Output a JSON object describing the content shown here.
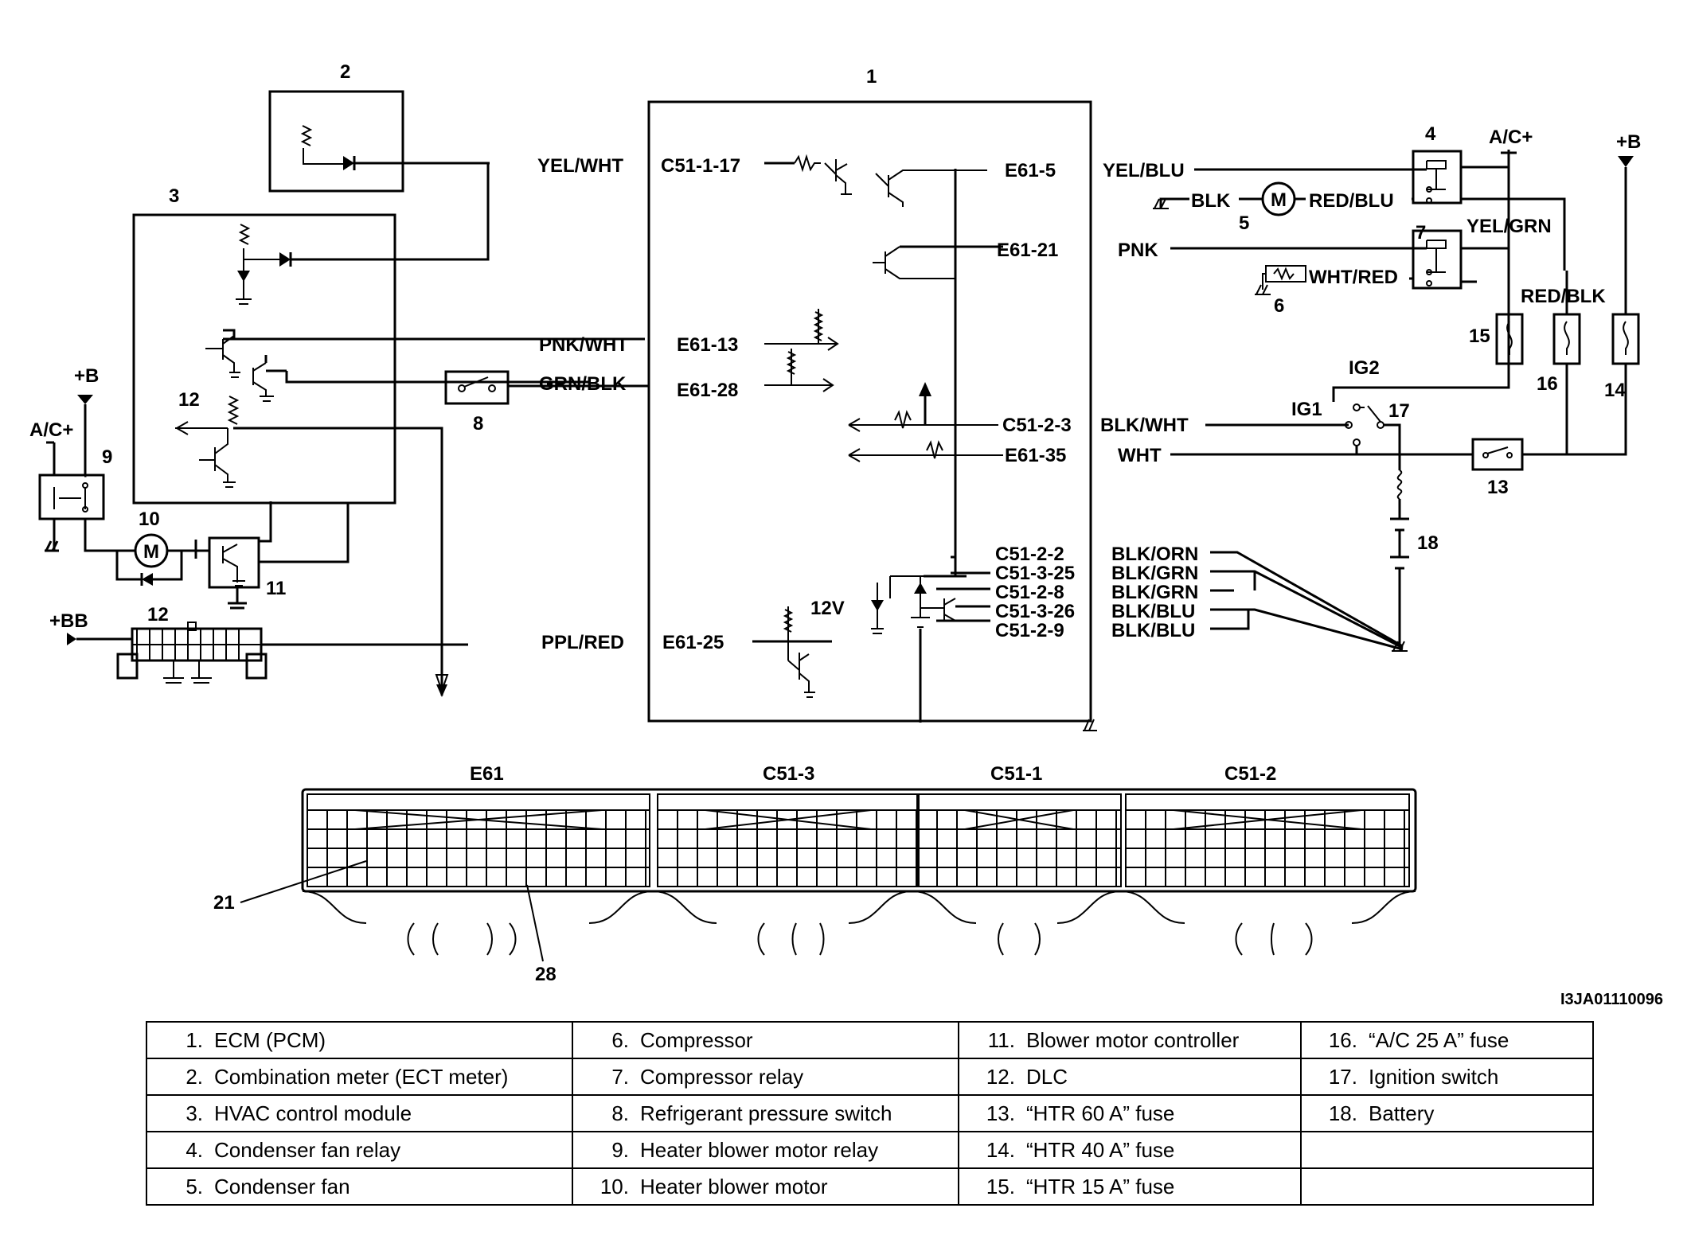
{
  "components": {
    "ecm": "1",
    "meter": "2",
    "hvac": "3",
    "cond_relay": "4",
    "cond_fan": "5",
    "compressor": "6",
    "comp_relay": "7",
    "pressure_switch": "8",
    "blower_relay": "9",
    "blower_motor": "10",
    "blower_ctrl": "11",
    "dlc": "12",
    "htr60": "13",
    "htr40": "14",
    "htr15": "15",
    "ac25": "16",
    "ign_switch": "17",
    "battery": "18",
    "meter_hvac_12": "12"
  },
  "wires": {
    "yel_wht": "YEL/WHT",
    "pnk_wht": "PNK/WHT",
    "grn_blk": "GRN/BLK",
    "ppl_red": "PPL/RED",
    "yel_blu": "YEL/BLU",
    "pnk": "PNK",
    "blk_wht": "BLK/WHT",
    "wht": "WHT",
    "blk": "BLK",
    "red_blu": "RED/BLU",
    "yel_grn": "YEL/GRN",
    "wht_red": "WHT/RED",
    "red_blk": "RED/BLK",
    "blk_orn": "BLK/ORN",
    "blk_grn_1": "BLK/GRN",
    "blk_grn_2": "BLK/GRN",
    "blk_blu_1": "BLK/BLU",
    "blk_blu_2": "BLK/BLU"
  },
  "terminals": {
    "c51_1_17": "C51-1-17",
    "e61_13": "E61-13",
    "e61_28": "E61-28",
    "e61_25": "E61-25",
    "e61_5": "E61-5",
    "e61_21": "E61-21",
    "c51_2_3": "C51-2-3",
    "e61_35": "E61-35",
    "c51_2_2": "C51-2-2",
    "c51_3_25": "C51-3-25",
    "c51_2_8": "C51-2-8",
    "c51_3_26": "C51-3-26",
    "c51_2_9": "C51-2-9"
  },
  "power": {
    "ac_plus_left": "A/C+",
    "b_plus_left": "+B",
    "bb_plus": "+BB",
    "ac_plus_right": "A/C+",
    "b_plus_right": "+B",
    "v12": "12V",
    "ig1": "IG1",
    "ig2": "IG2"
  },
  "connectors": {
    "e61": "E61",
    "c51_3": "C51-3",
    "c51_1": "C51-1",
    "c51_2": "C51-2",
    "pin21": "21",
    "pin28": "28"
  },
  "figure_id": "I3JA01110096",
  "legend": [
    [
      {
        "n": "1.",
        "t": "ECM (PCM)"
      },
      {
        "n": "6.",
        "t": "Compressor"
      },
      {
        "n": "11.",
        "t": "Blower motor controller"
      },
      {
        "n": "16.",
        "t": "“A/C 25 A” fuse"
      }
    ],
    [
      {
        "n": "2.",
        "t": "Combination meter (ECT meter)"
      },
      {
        "n": "7.",
        "t": "Compressor relay"
      },
      {
        "n": "12.",
        "t": "DLC"
      },
      {
        "n": "17.",
        "t": "Ignition switch"
      }
    ],
    [
      {
        "n": "3.",
        "t": "HVAC control module"
      },
      {
        "n": "8.",
        "t": "Refrigerant pressure switch"
      },
      {
        "n": "13.",
        "t": "“HTR 60 A” fuse"
      },
      {
        "n": "18.",
        "t": "Battery"
      }
    ],
    [
      {
        "n": "4.",
        "t": "Condenser fan relay"
      },
      {
        "n": "9.",
        "t": "Heater blower motor relay"
      },
      {
        "n": "14.",
        "t": "“HTR 40 A” fuse"
      },
      {
        "n": "",
        "t": ""
      }
    ],
    [
      {
        "n": "5.",
        "t": "Condenser fan"
      },
      {
        "n": "10.",
        "t": "Heater blower motor"
      },
      {
        "n": "15.",
        "t": "“HTR 15 A” fuse"
      },
      {
        "n": "",
        "t": ""
      }
    ]
  ]
}
